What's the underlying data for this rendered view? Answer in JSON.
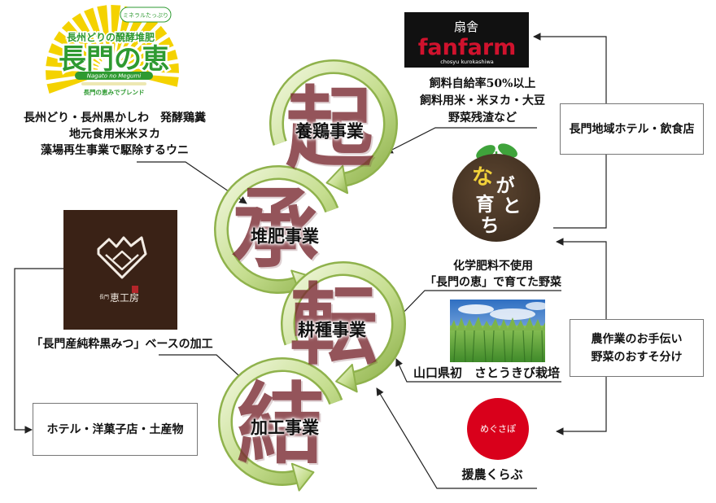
{
  "diagram": {
    "cycle": [
      {
        "kanji": "起",
        "label": "養鶏事業"
      },
      {
        "kanji": "承",
        "label": "堆肥事業"
      },
      {
        "kanji": "転",
        "label": "耕種事業"
      },
      {
        "kanji": "結",
        "label": "加工事業"
      }
    ],
    "inputs_to_compost": [
      "長州どり・長州黒かしわ　発酵鶏糞",
      "地元食用米米ヌカ",
      "藻場再生事業で駆除するウニ"
    ],
    "feed_notes": [
      "飼料自給率50%以上",
      "飼料用米・米ヌカ・大豆",
      "野菜残渣など"
    ],
    "restaurants_box": "長門地域ホテル・飲食店",
    "vegetable_notes": [
      "化学肥料不使用",
      "「長門の恵」で育てた野菜"
    ],
    "sugarcane_caption": "山口県初　さとうきび栽培",
    "support_box": [
      "農作業のお手伝い",
      "野菜のおすそ分け"
    ],
    "support_club": "援農くらぶ",
    "processing_note": "「長門産純粋黒みつ」ベースの加工",
    "outlets_box": "ホテル・洋菓子店・土産物"
  },
  "logos": {
    "nagato_megumi": {
      "badge": "ミネラルたっぷり",
      "tagline": "長州どりの醗酵堆肥",
      "name": "長門の恵",
      "romaji": "Nagato no Megumi",
      "blend": "長門の恵みでブレンド"
    },
    "fanfarm": {
      "mark": "扇舎",
      "name": "fanfarm",
      "sub": "chosyu kurokashiwa"
    },
    "nagato_sodachi": {
      "text": "ながと育ち"
    },
    "megusapo": {
      "text": "めぐさぽ"
    },
    "keikobo": {
      "place": "長門",
      "name": "恵工房"
    }
  },
  "colors": {
    "ring_light": "#f1f7dd",
    "ring_mid": "#c6de90",
    "ring_dark": "#8fb24c",
    "kanji": "#7a2a32",
    "megumi_green": "#2e9a31",
    "sun_yellow": "#f4d200",
    "fanfarm_black": "#111111",
    "fanfarm_red": "#d0122d",
    "sodachi_brown": "#3b2b1d",
    "sodachi_yellow": "#f2d23a",
    "leaf_green": "#3fa33b",
    "megusapo_red": "#d9001b",
    "keikobo_brown": "#3a2216",
    "sky_blue": "#2f6fc2",
    "cane_green": "#3f8a2a"
  }
}
